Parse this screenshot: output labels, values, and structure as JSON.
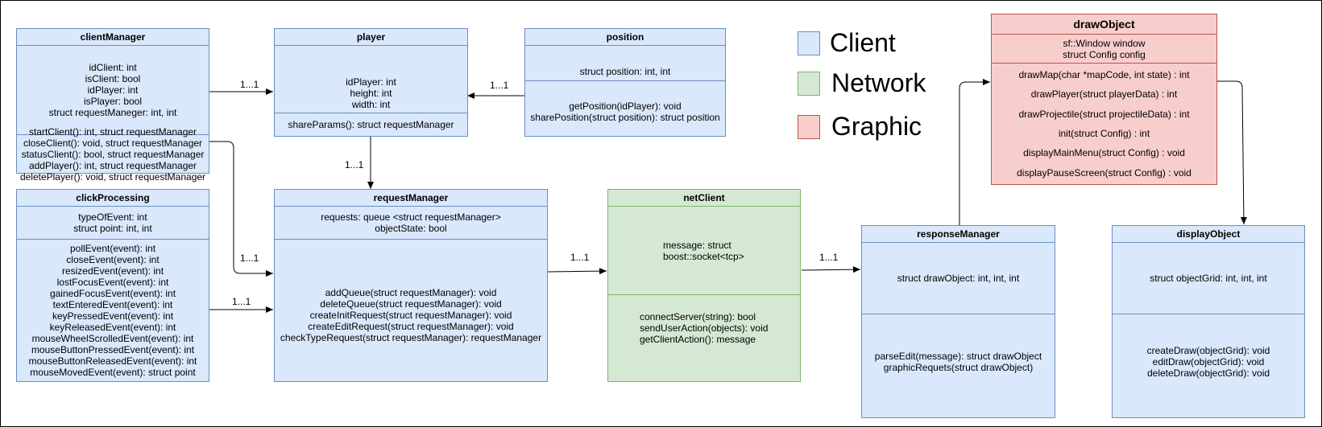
{
  "legend": [
    {
      "label": "Client",
      "fill": "#dae8fc",
      "stroke": "#6c8ebf"
    },
    {
      "label": "Network",
      "fill": "#d5e8d4",
      "stroke": "#82b366"
    },
    {
      "label": "Graphic",
      "fill": "#f8cecc",
      "stroke": "#b85450"
    }
  ],
  "classes": {
    "clientManager": {
      "title": "clientManager",
      "attributes": [
        "idClient: int",
        "isClient: bool",
        "idPlayer: int",
        "isPlayer: bool",
        "struct requestManeger: int, int"
      ],
      "methods": [
        "startClient(): int, struct requestManager",
        "closeClient(): void, struct requestManager",
        "statusClient(): bool, struct requestManager",
        "addPlayer(): int, struct requestManager",
        "deletePlayer(): void, struct requestManager"
      ]
    },
    "player": {
      "title": "player",
      "attributes": [
        "idPlayer: int",
        "height: int",
        "width: int"
      ],
      "methods": [
        "shareParams(): struct requestManager"
      ]
    },
    "position": {
      "title": "position",
      "attributes": [
        "struct position: int, int"
      ],
      "methods": [
        "getPosition(idPlayer): void",
        "sharePosition(struct position): struct position"
      ]
    },
    "clickProcessing": {
      "title": "clickProcessing",
      "attributes": [
        "typeOfEvent: int",
        "struct point: int, int"
      ],
      "methods": [
        "pollEvent(event): int",
        "closeEvent(event): int",
        "resizedEvent(event): int",
        "lostFocusEvent(event): int",
        "gainedFocusEvent(event): int",
        "textEnteredEvent(event): int",
        "keyPressedEvent(event): int",
        "keyReleasedEvent(event): int",
        "mouseWheelScrolledEvent(event): int",
        "mouseButtonPressedEvent(event): int",
        "mouseButtonReleasedEvent(event): int",
        "mouseMovedEvent(event): struct point"
      ]
    },
    "requestManager": {
      "title": "requestManager",
      "attributes": [
        "requests: queue <struct requestManager>",
        "objectState: bool"
      ],
      "methods": [
        "addQueue(struct requestManager): void",
        "deleteQueue(struct requestManager): void",
        "createInitRequest(struct requestManager): void",
        "createEditRequest(struct requestManager): void",
        "checkTypeRequest(struct requestManager): requestManager"
      ]
    },
    "netClient": {
      "title": "netClient",
      "attributes": [
        "message: struct",
        "boost::socket<tcp>"
      ],
      "methods": [
        "connectServer(string): bool",
        "sendUserAction(objects): void",
        "getClientAction(): message"
      ]
    },
    "responseManager": {
      "title": "responseManager",
      "attributes": [
        "struct drawObject: int, int, int"
      ],
      "methods": [
        "parseEdit(message): struct drawObject",
        "graphicRequets(struct drawObject)"
      ]
    },
    "displayObject": {
      "title": "displayObject",
      "attributes": [
        "struct objectGrid: int, int, int"
      ],
      "methods": [
        "createDraw(objectGrid): void",
        "editDraw(objectGrid): void",
        "deleteDraw(objectGrid): void"
      ]
    },
    "drawObject": {
      "title": "drawObject",
      "attributes": [
        "sf::Window window",
        "struct Config config"
      ],
      "methods": [
        "drawMap(char *mapCode, int state) : int",
        "drawPlayer(struct playerData) : int",
        "drawProjectile(struct projectileData) : int",
        "init(struct Config) : int",
        "displayMainMenu(struct Config) : void",
        "displayPauseScreen(struct Config) : void"
      ]
    }
  },
  "multiplicities": {
    "client_to_player": "1...1",
    "position_to_player": "1...1",
    "player_to_request": "1...1",
    "client_to_request": "1...1",
    "click_to_request": "1...1",
    "request_to_net": "1...1",
    "net_to_response": "1...1"
  }
}
